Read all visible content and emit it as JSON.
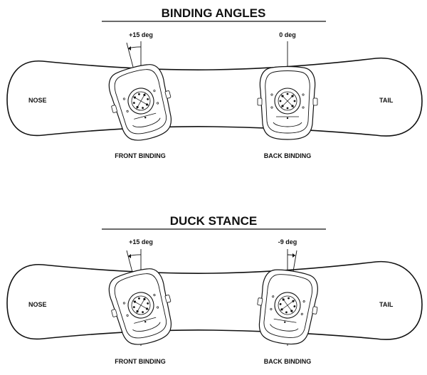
{
  "panels": [
    {
      "title": "BINDING ANGLES",
      "nose_label": "NOSE",
      "tail_label": "TAIL",
      "front": {
        "label": "FRONT BINDING",
        "angle_label": "+15 deg",
        "angle": 15
      },
      "back": {
        "label": "BACK BINDING",
        "angle_label": "0 deg",
        "angle": 0
      }
    },
    {
      "title": "DUCK STANCE",
      "nose_label": "NOSE",
      "tail_label": "TAIL",
      "front": {
        "label": "FRONT BINDING",
        "angle_label": "+15 deg",
        "angle": 15
      },
      "back": {
        "label": "BACK BINDING",
        "angle_label": "-9 deg",
        "angle": -9
      }
    }
  ],
  "colors": {
    "ink": "#111111",
    "background": "#ffffff",
    "fill": "#ffffff"
  }
}
